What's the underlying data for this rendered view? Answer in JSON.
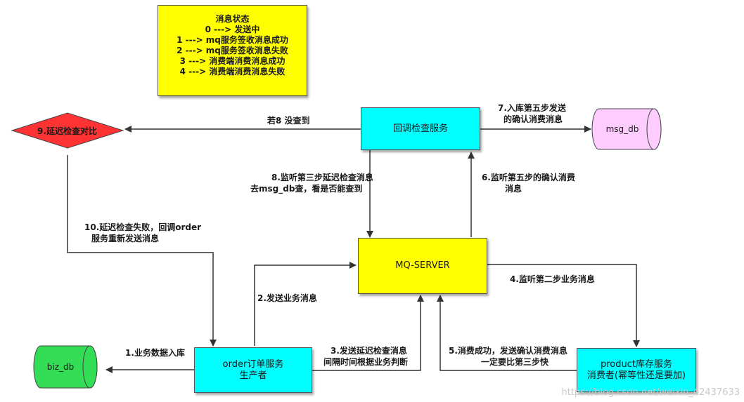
{
  "legend": {
    "title": "消息状态",
    "lines": [
      "0 ---> 发送中",
      "1 ---> mq服务签收消息成功",
      "2 ---> mq服务签收消息失败",
      "3 ---> 消费端消费消息成功",
      "4 ---> 消费端消费消息失败"
    ]
  },
  "nodes": {
    "callback_service": "回调检查服务",
    "mq_server": "MQ-SERVER",
    "order_service": {
      "line1": "order订单服务",
      "line2": "生产者"
    },
    "product_service": {
      "line1": "product库存服务",
      "line2": "消费者(幂等性还是要加)"
    },
    "delay_check": "9.延迟检查对比",
    "msg_db": "msg_db",
    "biz_db": "biz_db"
  },
  "edges": {
    "e1": "1.业务数据入库",
    "e2": "2.发送业务消息",
    "e3": {
      "line1": "3.发送延迟检查消息",
      "line2": "间隔时间根据业务判断"
    },
    "e4": "4.监听第二步业务消息",
    "e5": {
      "line1": "5.消费成功，发送确认消费消息",
      "line2": "一定要比第三步快"
    },
    "e6": {
      "line1": "6.监听第五步的确认消费",
      "line2": "消息"
    },
    "e7": {
      "line1": "7.入库第五步发送",
      "line2": "的确认消费消息"
    },
    "e8": {
      "line1": "8.监听第三步延迟检查消息",
      "line2": "去msg_db查，看是否能查到"
    },
    "e_if8": "若8 没查到",
    "e10": {
      "line1": "10.延迟检查失败，回调order",
      "line2": "服务重新发送消息"
    }
  },
  "watermark": "https://blog.csdn.net/weixin_42437633",
  "colors": {
    "service": "#00ffff",
    "mq": "#ffff00",
    "legend": "#ffff00",
    "diamond": "#ff3333",
    "msg_db": "#ffccff",
    "biz_db": "#33dd55"
  }
}
